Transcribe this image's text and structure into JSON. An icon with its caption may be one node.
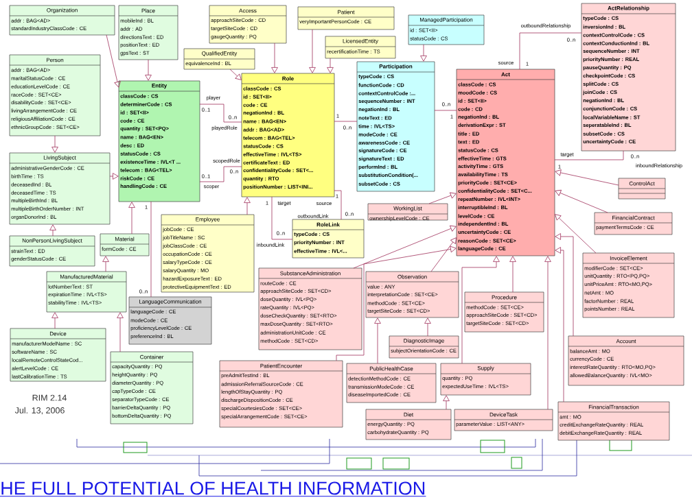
{
  "diagram": {
    "nodes": [
      {
        "text": [
          "Organization",
          "addr : BAG<AD>",
          "standardIndustryClassCode : CE"
        ]
      },
      {
        "text": [
          "Place",
          "mobileInd : BL",
          "addr : AD",
          "directionsText : ED",
          "positionText : ED",
          "gpsText : ST"
        ]
      },
      {
        "text": [
          "Person",
          "addr : BAG<AD>",
          "maritalStatusCode : CE",
          "educationLevelCode : CE",
          "raceCode : SET<CE>",
          "disabilityCode : SET<CE>",
          "livingArrangementCode : CE",
          "religiousAffiliationCode : CE",
          "ethnicGroupCode : SET<CE>"
        ]
      },
      {
        "text": [
          "Entity",
          "classCode : CS",
          "determinerCode : CS",
          "id : SET<II>",
          "code : CE",
          "quantity : SET<PQ>",
          "name : BAG<EN>",
          "desc : ED",
          "statusCode : CS",
          "existenceTime : IVL<T ...",
          "telecom : BAG<TEL>",
          "riskCode : CE",
          "handlingCode : CE"
        ]
      },
      {
        "text": [
          "LivingSubject",
          "administrativeGenderCode : CE",
          "birthTime : TS",
          "deceasedInd : BL",
          "deceasedTime : TS",
          "multipleBirthInd : BL",
          "multipleBirthOrderNumber : INT",
          "organDonorInd : BL"
        ]
      },
      {
        "text": [
          "NonPersonLivingSubject",
          "strainText : ED",
          "genderStatusCode : CE"
        ]
      },
      {
        "text": [
          "Material",
          "formCode : CE"
        ]
      },
      {
        "text": [
          "ManufacturedMaterial",
          "lotNumberText : ST",
          "expirationTime : IVL<TS>",
          "stabilityTime : IVL<TS>"
        ]
      },
      {
        "text": [
          "Device",
          "manufacturerModelName : SC",
          "softwareName : SC",
          "localRemoteControlStateCod...",
          "alertLevelCode : CE",
          "lastCalibrationTime : TS"
        ]
      },
      {
        "text": [
          "Container",
          "capacityQuantity : PQ",
          "heightQuantity : PQ",
          "diameterQuantity : PQ",
          "capTypeCode : CE",
          "separatorTypeCode : CE",
          "barrierDeltaQuantity : PQ",
          "bottomDeltaQuantity : PQ"
        ]
      },
      {
        "text": [
          "LanguageCommunication",
          "languageCode : CE",
          "modeCode : CE",
          "proficiencyLevelCode : CE",
          "preferenceInd : BL"
        ]
      },
      {
        "text": [
          "Employee",
          "jobCode : CE",
          "jobTitleName : SC",
          "jobClassCode : CE",
          "occupationCode : CE",
          "salaryTypeCode : CE",
          "salaryQuantity : MO",
          "hazardExposureText : ED",
          "protectiveEquipmentText : ED"
        ]
      },
      {
        "text": [
          "Access",
          "approachSiteCode : CD",
          "targetSiteCode : CD",
          "gaugeQuantity : PQ"
        ]
      },
      {
        "text": [
          "QualifiedEntity",
          "equivalenceInd : BL"
        ]
      },
      {
        "text": [
          "Patient",
          "veryImportantPersonCode : CE"
        ]
      },
      {
        "text": [
          "LicensedEntity",
          "recertificationTime : TS"
        ]
      },
      {
        "text": [
          "Role",
          "classCode : CS",
          "id : SET<II>",
          "code : CE",
          "negationInd : BL",
          "name : BAG<EN>",
          "addr : BAG<AD>",
          "telecom : BAG<TEL>",
          "statusCode : CS",
          "effectiveTime : IVL<TS>",
          "certificateText : ED",
          "confidentialityCode : SET<...",
          "quantity : RTO",
          "positionNumber : LIST<INI..."
        ]
      },
      {
        "text": [
          "RoleLink",
          "typeCode : CS",
          "priorityNumber : INT",
          "effectiveTime : IVL<..."
        ]
      },
      {
        "text": [
          "ManagedParticipation",
          "id : SET<II>",
          "statusCode : CS"
        ]
      },
      {
        "text": [
          "Participation",
          "typeCode : CS",
          "functionCode : CD",
          "contextControlCode :...",
          "sequenceNumber : INT",
          "negationInd : BL",
          "noteText : ED",
          "time : IVL<TS>",
          "modeCode : CE",
          "awarenessCode : CE",
          "signatureCode : CE",
          "signatureText : ED",
          "performInd : BL",
          "substitutionCondition(...",
          "subsetCode : CS"
        ]
      },
      {
        "text": [
          "WorkingList",
          "ownershipLevelCode : CE"
        ]
      },
      {
        "text": [
          "Act",
          "classCode : CS",
          "moodCode : CS",
          "id : SET<II>",
          "code : CD",
          "negationInd : BL",
          "derivationExpr : ST",
          "title : ED",
          "text : ED",
          "statusCode : CS",
          "effectiveTime : GTS",
          "activityTime : GTS",
          "availabilityTime : TS",
          "priorityCode : SET<CE>",
          "confidentialityCode : SET<C...",
          "repeatNumber : IVL<INT>",
          "interruptibleInd : BL",
          "levelCode : CE",
          "independentInd : BL",
          "uncertaintyCode : CE",
          "reasonCode : SET<CE>",
          "languageCode : CE"
        ]
      },
      {
        "text": [
          "ActRelationship",
          "typeCode : CS",
          "inversionInd : BL",
          "contextControlCode : CS",
          "contextConductionInd : BL",
          "sequenceNumber : INT",
          "priorityNumber : REAL",
          "pauseQuantity : PQ",
          "checkpointCode : CS",
          "splitCode : CS",
          "joinCode : CS",
          "negationInd : BL",
          "conjunctionCode : CS",
          "localVariableName : ST",
          "seperatableInd : BL",
          "subsetCode : CS",
          "uncertaintyCode : CE"
        ]
      },
      {
        "text": [
          "ControlAct"
        ]
      },
      {
        "text": [
          "FinancialContract",
          "paymentTermsCode : CE"
        ]
      },
      {
        "text": [
          "InvoiceElement",
          "modifierCode : SET<CE>",
          "unitQuantity : RTO<PQ,PQ>",
          "unitPriceAmt : RTO<MO,PQ>",
          "netAmt : MO",
          "factorNumber : REAL",
          "pointsNumber : REAL"
        ]
      },
      {
        "text": [
          "SubstanceAdministration",
          "routeCode : CE",
          "approachSiteCode : SET<CD>",
          "doseQuantity : IVL<PQ>",
          "rateQuantity : IVL<PQ>",
          "doseCheckQuantity : SET<RTO>",
          "maxDoseQuantity : SET<RTO>",
          "administrationUnitCode : CE",
          "methodCode : SET<CD>"
        ]
      },
      {
        "text": [
          "Observation",
          "value : ANY",
          "interpretationCode : SET<CE>",
          "methodCode : SET<CE>",
          "targetSiteCode : SET<CD>"
        ]
      },
      {
        "text": [
          "Procedure",
          "methodCode : SET<CE>",
          "approachSiteCode : SET<CD>",
          "targetSiteCode : SET<CD>"
        ]
      },
      {
        "text": [
          "DiagnosticImage",
          "subjectOrientationCode : CE"
        ]
      },
      {
        "text": [
          "PatientEncounter",
          "preAdmitTestInd : BL",
          "admissionReferralSourceCode : CE",
          "lengthOfStayQuantity : PQ",
          "dischargeDispositionCode : CE",
          "specialCourtesiesCode : SET<CE>",
          "specialArrangementCode : SET<CE>"
        ]
      },
      {
        "text": [
          "PublicHealthCase",
          "detectionMethodCode : CE",
          "transmissionModeCode : CE",
          "diseaseImportedCode : CE"
        ]
      },
      {
        "text": [
          "Supply",
          "quantity : PQ",
          "expectedUseTime : IVL<TS>"
        ]
      },
      {
        "text": [
          "Diet",
          "energyQuantity : PQ",
          "carbohydrateQuantity : PQ"
        ]
      },
      {
        "text": [
          "DeviceTask",
          "parameterValue : LIST<ANY>"
        ]
      },
      {
        "text": [
          "Account",
          "balanceAmt : MO",
          "currencyCode : CE",
          "interestRateQuantity : RTO<MO,PQ>",
          "allowedBalanceQuantity : IVL<MO>"
        ]
      },
      {
        "text": [
          "FinancialTransaction",
          "amt : MO",
          "creditExchangeRateQuantity : REAL",
          "debitExchangeRateQuantity : REAL"
        ]
      }
    ],
    "edges": [
      {
        "from": 0,
        "to": 3,
        "arrow": "to"
      },
      {
        "from": 1,
        "to": 3,
        "arrow": "to"
      },
      {
        "from": 2,
        "to": 4,
        "arrow": "to"
      },
      {
        "from": 4,
        "to": 3,
        "arrow": "to"
      },
      {
        "from": 5,
        "to": 4,
        "arrow": "to"
      },
      {
        "from": 6,
        "to": 3,
        "arrow": "to"
      },
      {
        "from": 7,
        "to": 6,
        "arrow": "to"
      },
      {
        "from": 8,
        "to": 7,
        "arrow": "to"
      },
      {
        "from": 9,
        "to": 7,
        "arrow": "to"
      },
      {
        "from": 11,
        "to": 16,
        "arrow": "to"
      },
      {
        "from": 12,
        "to": 16,
        "arrow": "to"
      },
      {
        "from": 13,
        "to": 16,
        "arrow": "to"
      },
      {
        "from": 14,
        "to": 16,
        "arrow": "to"
      },
      {
        "from": 15,
        "to": 16,
        "arrow": "to"
      },
      {
        "from": 18,
        "to": 19,
        "arrow": "to"
      },
      {
        "from": 20,
        "to": 21,
        "arrow": "to"
      },
      {
        "from": 23,
        "to": 21,
        "arrow": "to"
      },
      {
        "from": 24,
        "to": 21,
        "arrow": "to"
      },
      {
        "from": 25,
        "to": 21,
        "arrow": "to"
      },
      {
        "from": 26,
        "to": 21,
        "arrow": "to"
      },
      {
        "from": 27,
        "to": 21,
        "arrow": "to"
      },
      {
        "from": 28,
        "to": 21,
        "arrow": "to"
      },
      {
        "from": 30,
        "to": 21,
        "arrow": "to"
      },
      {
        "from": 32,
        "to": 21,
        "arrow": "to"
      },
      {
        "from": 34,
        "to": 21,
        "arrow": "to"
      },
      {
        "from": 35,
        "to": 21,
        "arrow": "to"
      },
      {
        "from": 36,
        "to": 21,
        "arrow": "to"
      },
      {
        "from": 29,
        "to": 27,
        "arrow": "to"
      },
      {
        "from": 31,
        "to": 27,
        "arrow": "to"
      },
      {
        "from": 33,
        "to": 32,
        "arrow": "to"
      },
      {
        "from": 3,
        "to": 16,
        "arrow": "none"
      },
      {
        "from": 3,
        "to": 16,
        "arrow": "none"
      },
      {
        "from": 3,
        "to": 10,
        "arrow": "none"
      },
      {
        "from": 16,
        "to": 19,
        "arrow": "none"
      },
      {
        "from": 19,
        "to": 21,
        "arrow": "none"
      },
      {
        "from": 16,
        "to": 17,
        "arrow": "none"
      },
      {
        "from": 16,
        "to": 17,
        "arrow": "none"
      },
      {
        "from": 21,
        "to": 22,
        "arrow": "none"
      },
      {
        "from": 21,
        "to": 22,
        "arrow": "none"
      }
    ],
    "labels": [
      "player",
      "0..1",
      "0..n",
      "playedRole",
      "scopedRole",
      "0..1",
      "0..n",
      "scoper",
      "1",
      "1",
      "0..n",
      "0..n",
      "1",
      "1",
      "target",
      "source",
      "1",
      "outboundLink",
      "0..n",
      "0..n",
      "inboundLink",
      "outboundRelationship",
      "0..n",
      "source",
      "1",
      "target",
      "1",
      "0..n",
      "inboundRelationship",
      "0..n",
      "RIM 2.14",
      "Jul. 13, 2006",
      "HE FULL POTENTIAL OF HEALTH INFORMATION"
    ]
  }
}
